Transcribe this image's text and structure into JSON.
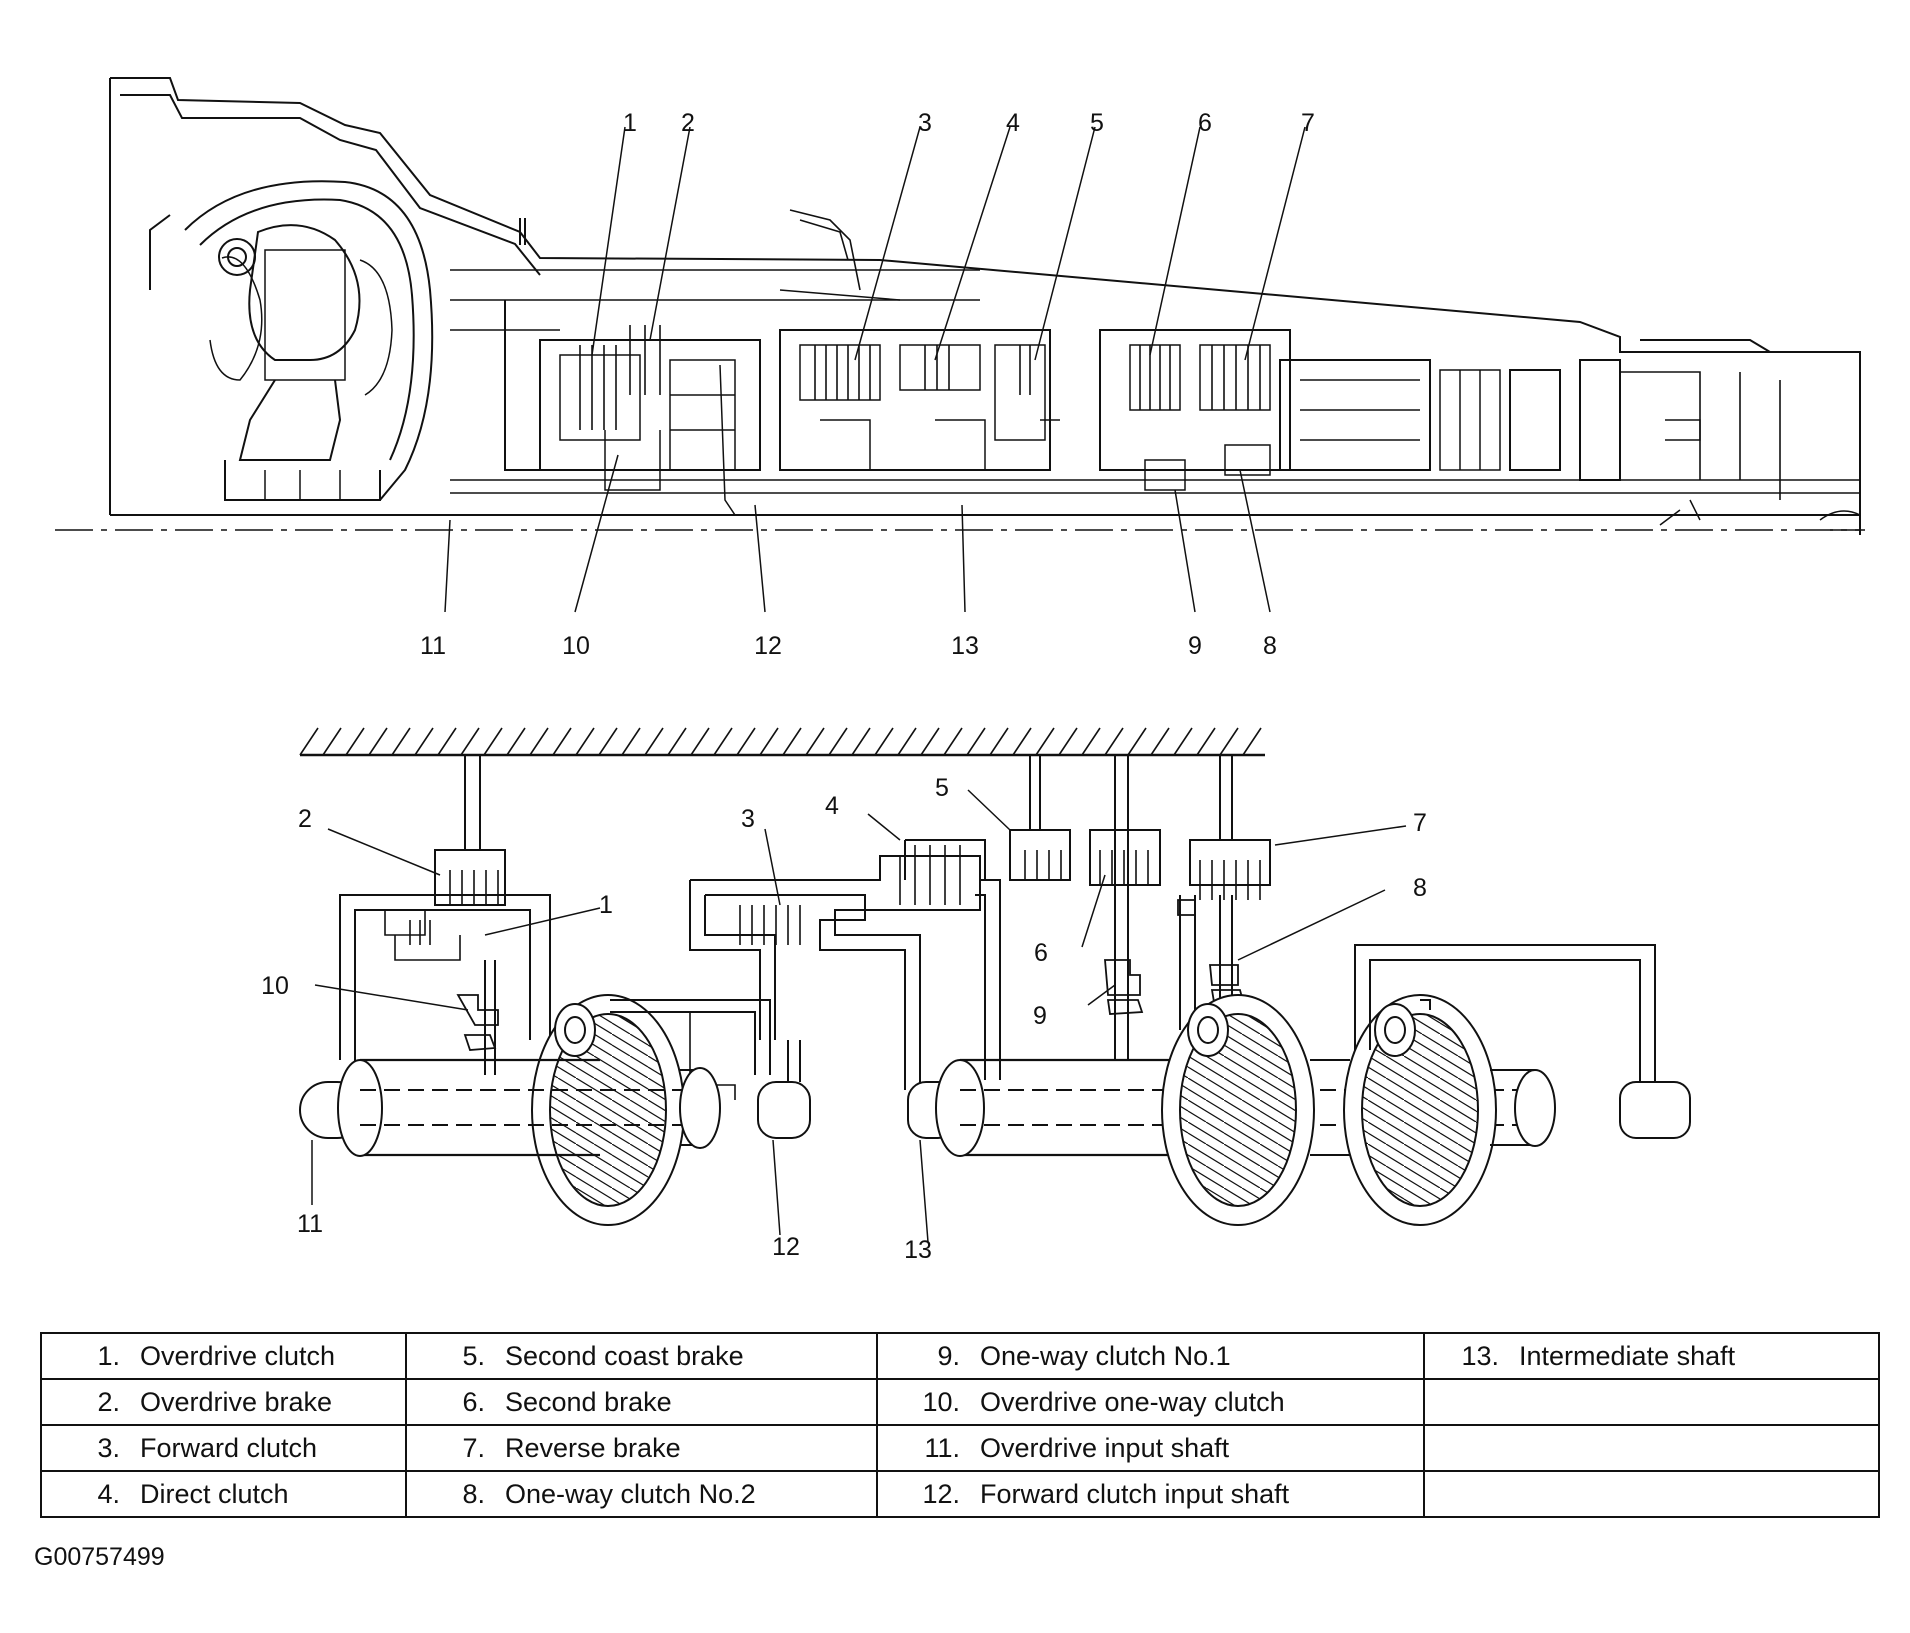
{
  "cutaway_callouts": [
    {
      "id": "1",
      "label": "1"
    },
    {
      "id": "2",
      "label": "2"
    },
    {
      "id": "3",
      "label": "3"
    },
    {
      "id": "4",
      "label": "4"
    },
    {
      "id": "5",
      "label": "5"
    },
    {
      "id": "6",
      "label": "6"
    },
    {
      "id": "7",
      "label": "7"
    },
    {
      "id": "8",
      "label": "8"
    },
    {
      "id": "9",
      "label": "9"
    },
    {
      "id": "10",
      "label": "10"
    },
    {
      "id": "11",
      "label": "11"
    },
    {
      "id": "12",
      "label": "12"
    },
    {
      "id": "13",
      "label": "13"
    }
  ],
  "schematic_callouts": [
    {
      "id": "1",
      "label": "1"
    },
    {
      "id": "2",
      "label": "2"
    },
    {
      "id": "3",
      "label": "3"
    },
    {
      "id": "4",
      "label": "4"
    },
    {
      "id": "5",
      "label": "5"
    },
    {
      "id": "6",
      "label": "6"
    },
    {
      "id": "7",
      "label": "7"
    },
    {
      "id": "8",
      "label": "8"
    },
    {
      "id": "9",
      "label": "9"
    },
    {
      "id": "10",
      "label": "10"
    },
    {
      "id": "11",
      "label": "11"
    },
    {
      "id": "12",
      "label": "12"
    },
    {
      "id": "13",
      "label": "13"
    }
  ],
  "legend": {
    "rows": [
      [
        {
          "num": "1.",
          "name": "Overdrive clutch"
        },
        {
          "num": "5.",
          "name": "Second coast brake"
        },
        {
          "num": "9.",
          "name": "One-way clutch No.1"
        },
        {
          "num": "13.",
          "name": "Intermediate shaft"
        }
      ],
      [
        {
          "num": "2.",
          "name": "Overdrive brake"
        },
        {
          "num": "6.",
          "name": "Second brake"
        },
        {
          "num": "10.",
          "name": "Overdrive one-way clutch"
        },
        {
          "num": "",
          "name": ""
        }
      ],
      [
        {
          "num": "3.",
          "name": "Forward clutch"
        },
        {
          "num": "7.",
          "name": "Reverse brake"
        },
        {
          "num": "11.",
          "name": "Overdrive input shaft"
        },
        {
          "num": "",
          "name": ""
        }
      ],
      [
        {
          "num": "4.",
          "name": "Direct clutch"
        },
        {
          "num": "8.",
          "name": "One-way clutch No.2"
        },
        {
          "num": "12.",
          "name": "Forward clutch input shaft"
        },
        {
          "num": "",
          "name": ""
        }
      ]
    ]
  },
  "figure_code": "G00757499"
}
